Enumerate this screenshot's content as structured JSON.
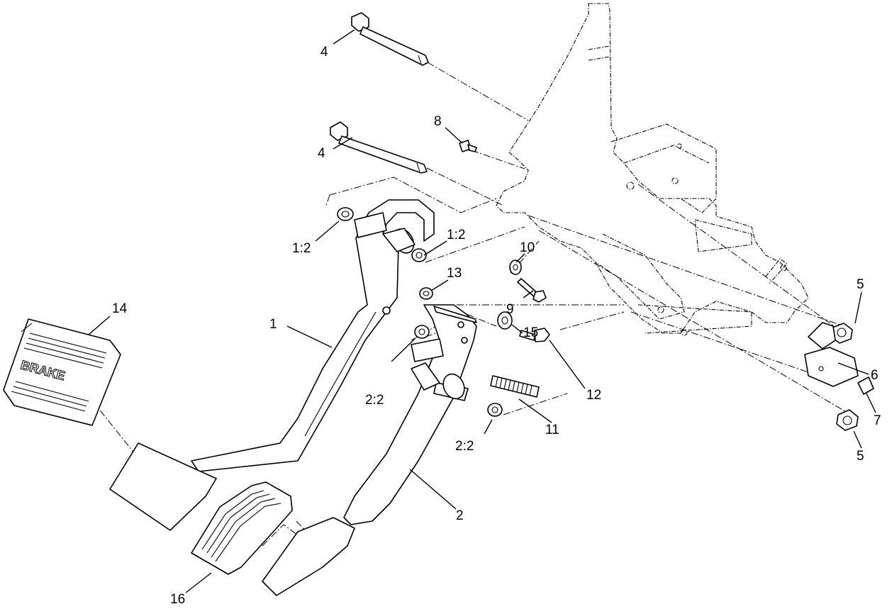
{
  "diagram": {
    "callouts": [
      {
        "id": "c1",
        "label": "1"
      },
      {
        "id": "c2",
        "label": "2"
      },
      {
        "id": "c4a",
        "label": "4"
      },
      {
        "id": "c4b",
        "label": "4"
      },
      {
        "id": "c5a",
        "label": "5"
      },
      {
        "id": "c5b",
        "label": "5"
      },
      {
        "id": "c6",
        "label": "6"
      },
      {
        "id": "c7",
        "label": "7"
      },
      {
        "id": "c8",
        "label": "8"
      },
      {
        "id": "c9",
        "label": "9"
      },
      {
        "id": "c10",
        "label": "10"
      },
      {
        "id": "c11",
        "label": "11"
      },
      {
        "id": "c12",
        "label": "12"
      },
      {
        "id": "c13",
        "label": "13"
      },
      {
        "id": "c14",
        "label": "14"
      },
      {
        "id": "c15",
        "label": "15"
      },
      {
        "id": "c16",
        "label": "16"
      },
      {
        "id": "c12a",
        "label": "1:2"
      },
      {
        "id": "c12b",
        "label": "1:2"
      },
      {
        "id": "c22a",
        "label": "2:2"
      },
      {
        "id": "c22b",
        "label": "2:2"
      }
    ],
    "pad_text": "BRAKE"
  }
}
